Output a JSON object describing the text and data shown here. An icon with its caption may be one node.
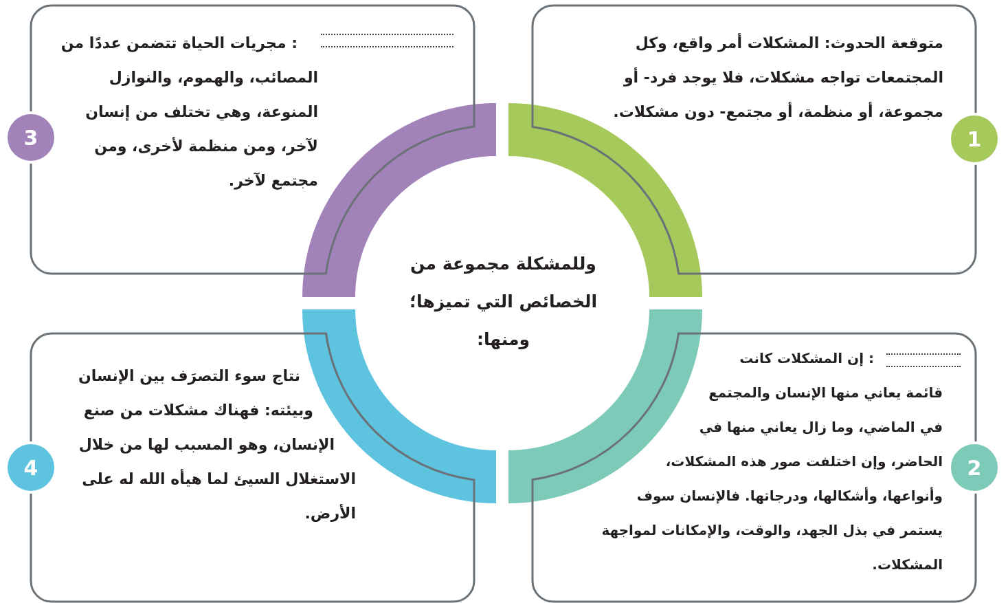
{
  "diagram": {
    "nodes": [
      {
        "text": [
          "وللمشكلة مجموعة من الخصائص التي تميزها؛ ومنها:"
        ]
      },
      {
        "text": [
          "متوقعة الحدوث: المشكلات أمر واقع، وكل المجتمعات تواجه مشكلات، فلا يوجد فرد- أو مجموعة، أو منظمة، أو مجتمع- دون مشكلات."
        ]
      },
      {
        "text": [
          "1"
        ]
      },
      {
        "text": [
          ": إن المشكلات كانت قائمة يعاني منها الإنسان والمجتمع في الماضي، وما زال يعاني منها في الحاضر، وإن اختلفت صور هذه المشكلات، وأنواعها، وأشكالها، ودرجاتها. فالإنسان سوف يستمر في بذل الجهد، والوقت، والإمكانات لمواجهة المشكلات."
        ]
      },
      {
        "text": [
          "2"
        ]
      },
      {
        "text": [
          ": مجريات الحياة تتضمن عددًا من المصائب، والهموم، والنوازل المنوعة، وهي تختلف من إنسان لآخر، ومن منظمة لأخرى، ومن مجتمع لآخر."
        ]
      },
      {
        "text": [
          "3"
        ]
      },
      {
        "text": [
          "نتاج سوء التصرَف بين الإنسان وبيئته: فهناك مشكلات من صنع الإنسان، وهو المسبب لها من خلال الاستغلال السيئ لما هيأه الله له على الأرض."
        ]
      },
      {
        "text": [
          "4"
        ]
      }
    ]
  }
}
